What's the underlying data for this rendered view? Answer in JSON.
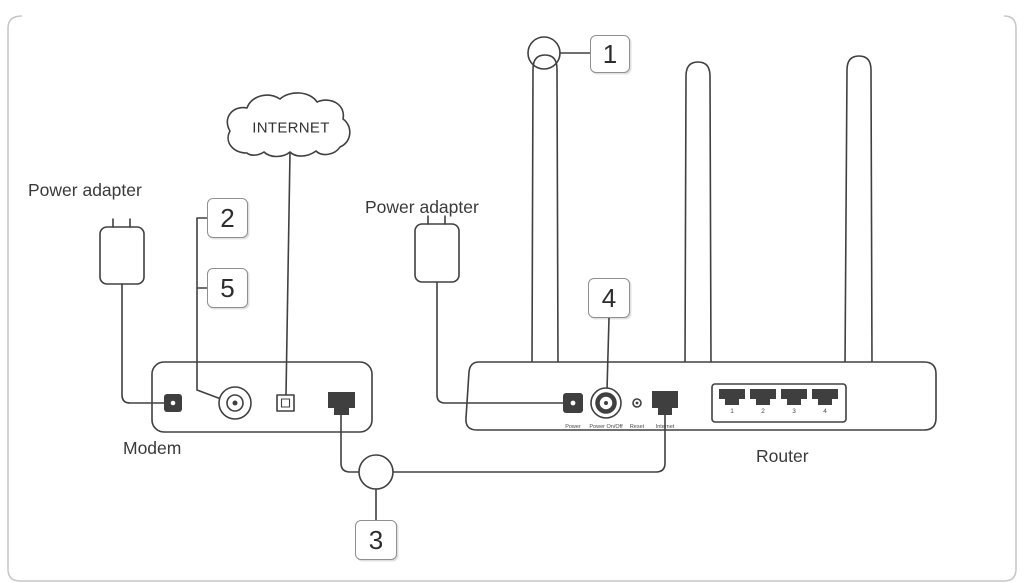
{
  "labels": {
    "power_adapter_left": "Power adapter",
    "power_adapter_right": "Power adapter",
    "internet": "INTERNET",
    "modem": "Modem",
    "router": "Router"
  },
  "steps": {
    "s1": "1",
    "s2": "2",
    "s3": "3",
    "s4": "4",
    "s5": "5"
  },
  "router_ports": {
    "power": "Power",
    "power_onoff": "Power On/Off",
    "reset": "Reset",
    "internet": "Internet",
    "lan": [
      "1",
      "2",
      "3",
      "4"
    ]
  },
  "colors": {
    "line": "#404040",
    "port_fill": "#3f3f3f",
    "page_border": "#c6c6c6",
    "text": "#3a3a3a"
  }
}
